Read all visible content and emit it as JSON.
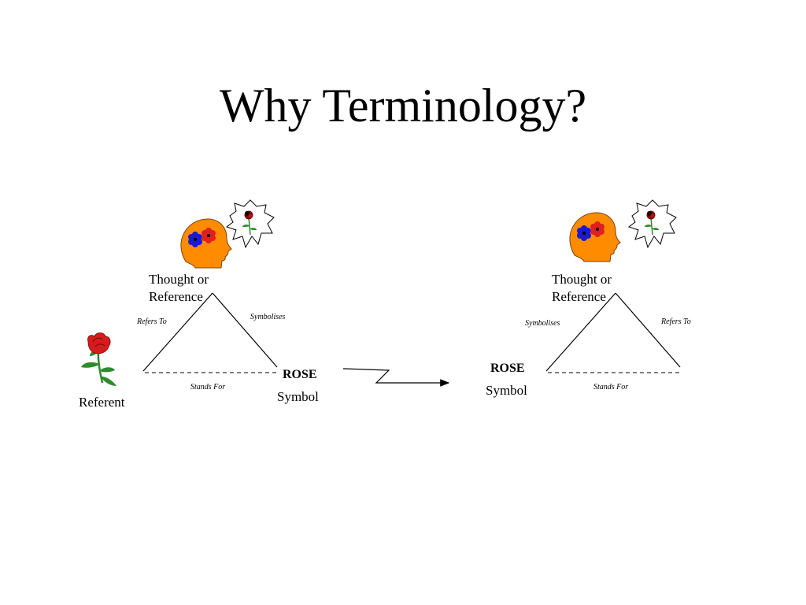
{
  "slide": {
    "title": "Why Terminology?"
  },
  "left_triangle": {
    "apex_label_line1": "Thought or",
    "apex_label_line2": "Reference",
    "left_edge_label": "Refers To",
    "right_edge_label": "Symbolises",
    "base_label": "Stands For",
    "symbol_word": "ROSE",
    "symbol_caption": "Symbol",
    "referent_caption": "Referent"
  },
  "right_triangle": {
    "apex_label_line1": "Thought or",
    "apex_label_line2": "Reference",
    "left_edge_label": "Symbolises",
    "right_edge_label": "Refers To",
    "base_label": "Stands For",
    "symbol_word": "ROSE",
    "symbol_caption": "Symbol"
  },
  "icons": {
    "head": "head-with-flowers-icon",
    "thought_bubble": "thought-bubble-rose-icon",
    "rose": "red-rose-icon"
  },
  "colors": {
    "head": "#FF8C00",
    "flower_blue": "#1A1AD0",
    "flower_red": "#E02020",
    "rose_red": "#D41C1C",
    "stem_green": "#2E8B2E"
  }
}
